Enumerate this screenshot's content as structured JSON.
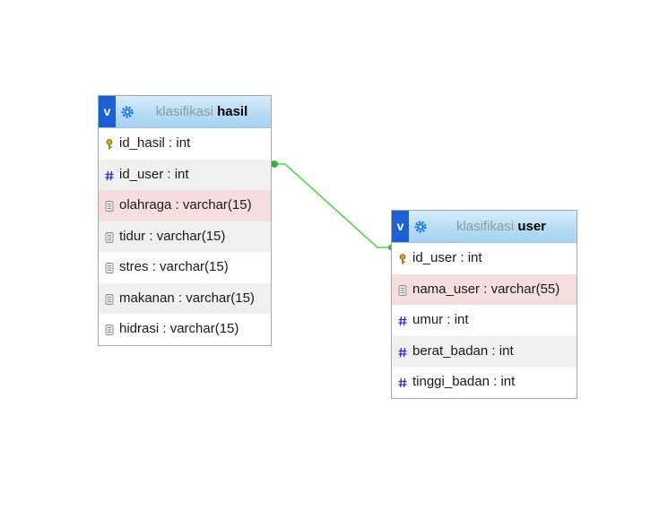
{
  "tables": {
    "hasil": {
      "toggle_label": "v",
      "db_name": "klasifikasi",
      "table_name": "hasil",
      "columns": [
        {
          "name": "id_hasil",
          "type": "int",
          "icon": "primary-key-icon"
        },
        {
          "name": "id_user",
          "type": "int",
          "icon": "numeric-column-icon"
        },
        {
          "name": "olahraga",
          "type": "varchar(15)",
          "icon": "text-column-icon"
        },
        {
          "name": "tidur",
          "type": "varchar(15)",
          "icon": "text-column-icon"
        },
        {
          "name": "stres",
          "type": "varchar(15)",
          "icon": "text-column-icon"
        },
        {
          "name": "makanan",
          "type": "varchar(15)",
          "icon": "text-column-icon"
        },
        {
          "name": "hidrasi",
          "type": "varchar(15)",
          "icon": "text-column-icon"
        }
      ]
    },
    "user": {
      "toggle_label": "v",
      "db_name": "klasifikasi",
      "table_name": "user",
      "columns": [
        {
          "name": "id_user",
          "type": "int",
          "icon": "primary-key-icon"
        },
        {
          "name": "nama_user",
          "type": "varchar(55)",
          "icon": "text-column-icon"
        },
        {
          "name": "umur",
          "type": "int",
          "icon": "numeric-column-icon"
        },
        {
          "name": "berat_badan",
          "type": "int",
          "icon": "numeric-column-icon"
        },
        {
          "name": "tinggi_badan",
          "type": "int",
          "icon": "numeric-column-icon"
        }
      ]
    }
  },
  "relation": {
    "from": "hasil.id_user",
    "to": "user.id_user",
    "color": "#4cd64c"
  },
  "colors": {
    "header_gradient_top": "#d8ecfa",
    "header_gradient_bottom": "#a6d2f1",
    "toggle_bg": "#1f5fd6",
    "row_alt": "#f0f0f0",
    "row_highlight": "#f6dede",
    "numeric_icon": "#2a2ad8"
  }
}
